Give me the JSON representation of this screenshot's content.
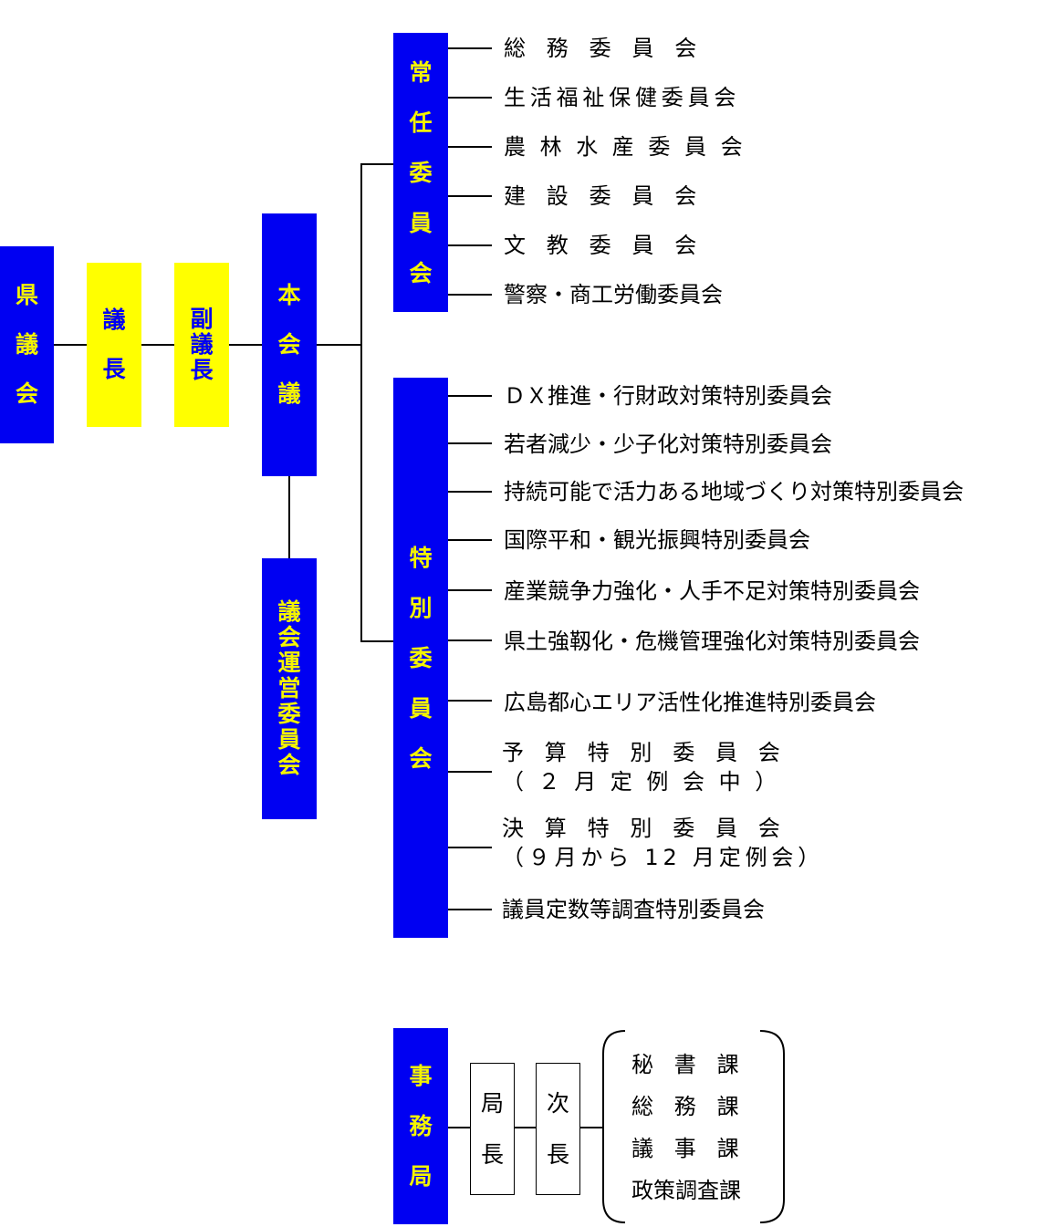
{
  "main": {
    "prefectural_assembly": "県議会",
    "speaker": "議長",
    "vice_speaker": "副議長",
    "plenary": "本会議",
    "steering_committee": "議会運営委員会"
  },
  "standing": {
    "label": "常任委員会",
    "items": [
      "総務委員会",
      "生活福祉保健委員会",
      "農林水産委員会",
      "建設委員会",
      "文教委員会",
      "警察・商工労働委員会"
    ]
  },
  "special": {
    "label": "特別委員会",
    "items": [
      "ＤＸ推進・行財政対策特別委員会",
      "若者減少・少子化対策特別委員会",
      "持続可能で活力ある地域づくり対策特別委員会",
      "国際平和・観光振興特別委員会",
      "産業競争力強化・人手不足対策特別委員会",
      "県土強靱化・危機管理強化対策特別委員会",
      "広島都心エリア活性化推進特別委員会",
      "予算特別委員会",
      "（２月定例会中）",
      "決算特別委員会",
      "（９月から 12 月定例会）",
      "議員定数等調査特別委員会"
    ]
  },
  "secretariat": {
    "label": "事務局",
    "director": "局長",
    "deputy": "次長",
    "sections": [
      "秘書課",
      "総務課",
      "議事課",
      "政策調査課"
    ]
  },
  "colors": {
    "blue": "#0000f2",
    "yellow": "#ffff00",
    "text_on_blue": "#f4f400"
  }
}
